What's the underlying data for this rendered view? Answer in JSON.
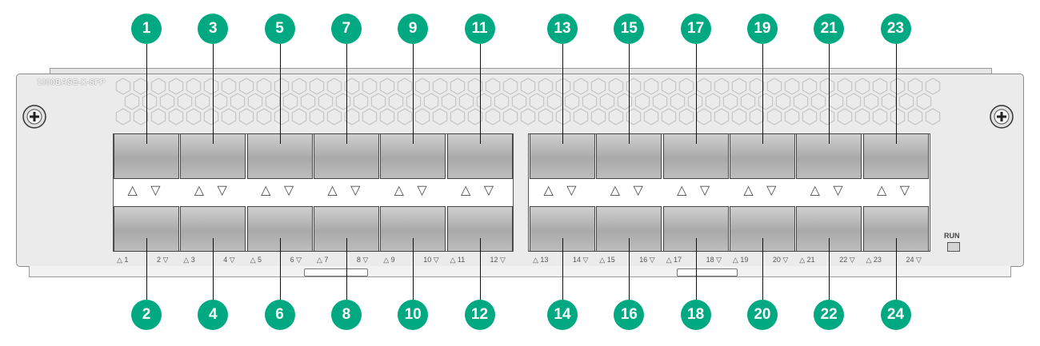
{
  "module": {
    "model_label": "1000BASE-X-SFP",
    "run_label": "RUN",
    "colors": {
      "callout": "#01a982",
      "panel": "#ebebeb",
      "port": "#b5b5b5"
    }
  },
  "ports": {
    "top_callouts": [
      "1",
      "3",
      "5",
      "7",
      "9",
      "11",
      "13",
      "15",
      "17",
      "19",
      "21",
      "23"
    ],
    "bottom_callouts": [
      "2",
      "4",
      "6",
      "8",
      "10",
      "12",
      "14",
      "16",
      "18",
      "20",
      "22",
      "24"
    ],
    "led_symbol": "△ ▽",
    "silk_labels": [
      {
        "left": "△ 1",
        "right": "2 ▽"
      },
      {
        "left": "△ 3",
        "right": "4 ▽"
      },
      {
        "left": "△ 5",
        "right": "6 ▽"
      },
      {
        "left": "△ 7",
        "right": "8 ▽"
      },
      {
        "left": "△ 9",
        "right": "10 ▽"
      },
      {
        "left": "△ 11",
        "right": "12 ▽"
      },
      {
        "left": "△ 13",
        "right": "14 ▽"
      },
      {
        "left": "△ 15",
        "right": "16 ▽"
      },
      {
        "left": "△ 17",
        "right": "18 ▽"
      },
      {
        "left": "△ 19",
        "right": "20 ▽"
      },
      {
        "left": "△ 21",
        "right": "22 ▽"
      },
      {
        "left": "△ 23",
        "right": "24 ▽"
      }
    ]
  }
}
